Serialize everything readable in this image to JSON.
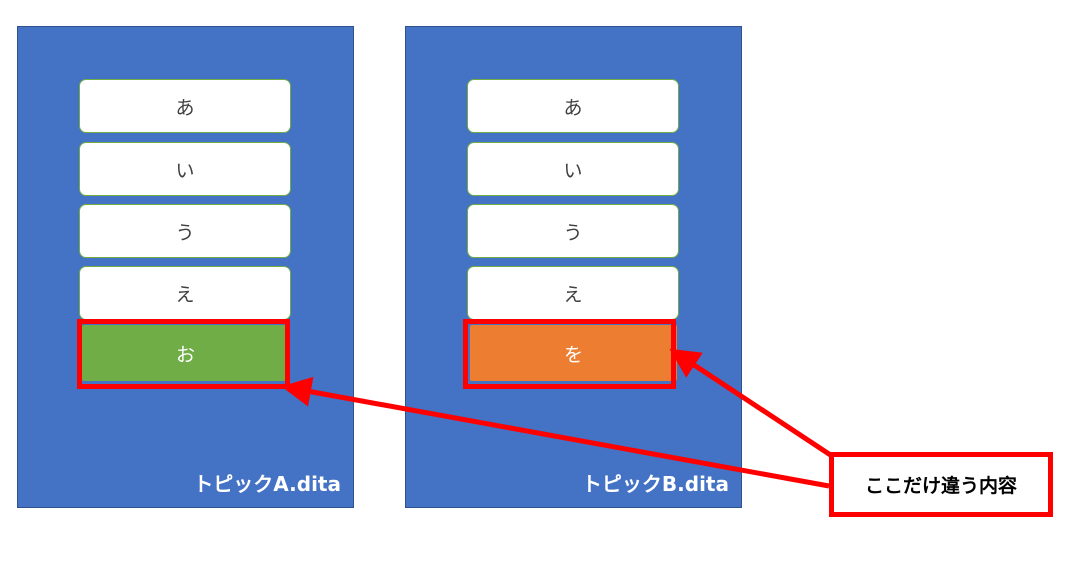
{
  "panels": [
    {
      "label": "トピックA.dita",
      "items": [
        "あ",
        "い",
        "う",
        "え"
      ],
      "last_item": "お",
      "last_color": "#70ad47"
    },
    {
      "label": "トピックB.dita",
      "items": [
        "あ",
        "い",
        "う",
        "え"
      ],
      "last_item": "を",
      "last_color": "#ed7d31"
    }
  ],
  "callout": {
    "text": "ここだけ違う内容"
  },
  "colors": {
    "panel": "#4472c4",
    "highlight": "#ff0000",
    "item_border": "#70ad47"
  }
}
